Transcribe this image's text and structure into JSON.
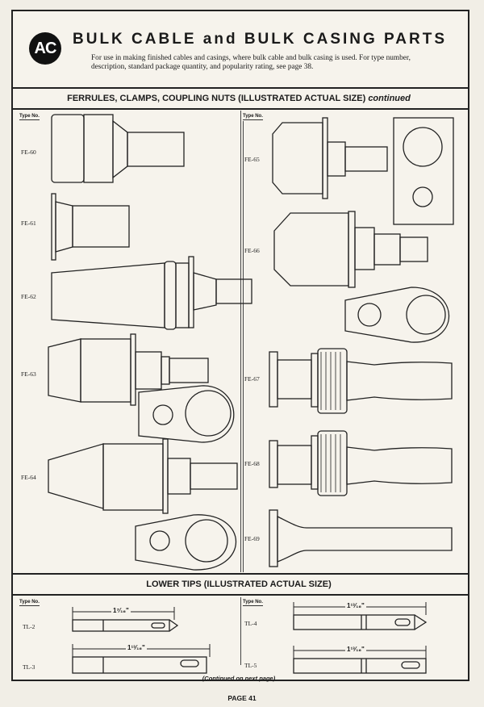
{
  "header": {
    "logo": "AC",
    "title": "BULK CABLE and BULK CASING PARTS",
    "intro": "For use in making finished cables and casings, where bulk cable and bulk casing is used. For type number, description, standard package quantity, and popularity rating, see page 38."
  },
  "section1": {
    "title": "FERRULES, CLAMPS, COUPLING NUTS (ILLUSTRATED ACTUAL SIZE)",
    "title_suffix": "continued",
    "col_head": "Type No.",
    "left_items": [
      "FE-60",
      "FE-61",
      "FE-62",
      "FE-63",
      "FE-64"
    ],
    "right_items": [
      "FE-65",
      "FE-66",
      "FE-67",
      "FE-68",
      "FE-69"
    ]
  },
  "section2": {
    "title": "LOWER TIPS (ILLUSTRATED ACTUAL SIZE)",
    "col_head": "Type No.",
    "items": [
      {
        "type": "TL-2",
        "dimension": "1⁷⁄₁₆\""
      },
      {
        "type": "TL-3",
        "dimension": "1¹³⁄₁₆\""
      },
      {
        "type": "TL-4",
        "dimension": "1¹³⁄₁₆\""
      },
      {
        "type": "TL-5",
        "dimension": "1¹³⁄₁₆\""
      }
    ]
  },
  "footnote": "(Continued on next page)",
  "page_number": "PAGE 41"
}
